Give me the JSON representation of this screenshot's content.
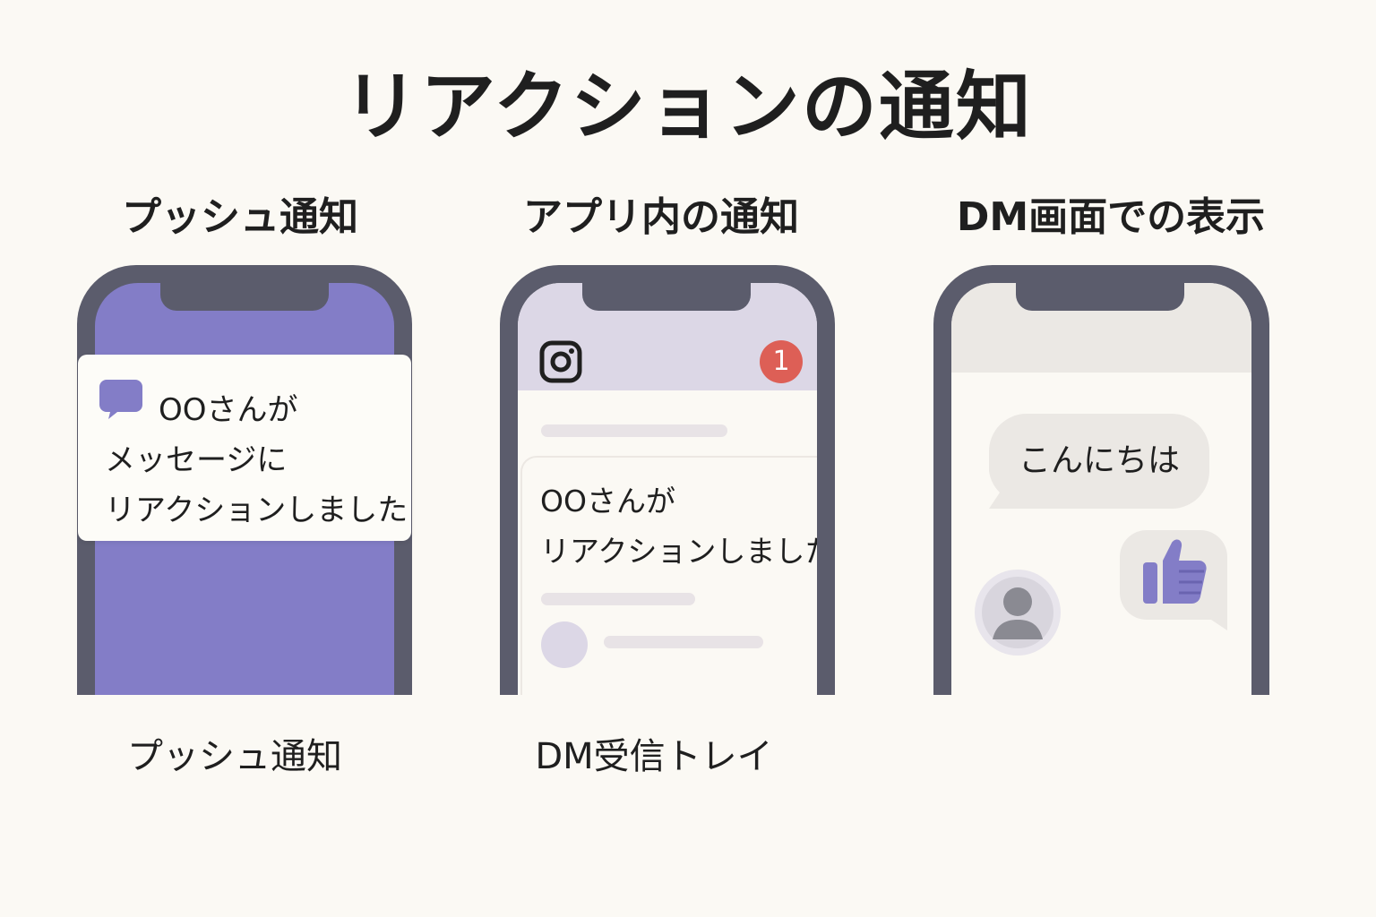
{
  "title": "リアクションの通知",
  "columns": [
    {
      "heading": "プッシュ通知",
      "caption": "プッシュ通知"
    },
    {
      "heading": "アプリ内の通知",
      "caption": "DM受信トレイ"
    },
    {
      "heading": "DM画面での表示",
      "caption": ""
    }
  ],
  "push_notification": {
    "lines": [
      "OOさんが",
      "メッセージに",
      "リアクションしました"
    ],
    "icon": "chat-bubble-icon"
  },
  "in_app": {
    "badge_count": "1",
    "lines": [
      "OOさんが",
      "リアクションしました"
    ],
    "app_icon": "instagram-icon"
  },
  "dm_screen": {
    "message": "こんにちは",
    "reaction_icon": "thumbs-up-icon",
    "avatar_icon": "person-avatar-icon"
  },
  "colors": {
    "background": "#fbf9f4",
    "phone_frame": "#5b5c6c",
    "accent_purple": "#837dc7",
    "badge_red": "#dd5f56",
    "header_lavender": "#dcd7e6"
  }
}
